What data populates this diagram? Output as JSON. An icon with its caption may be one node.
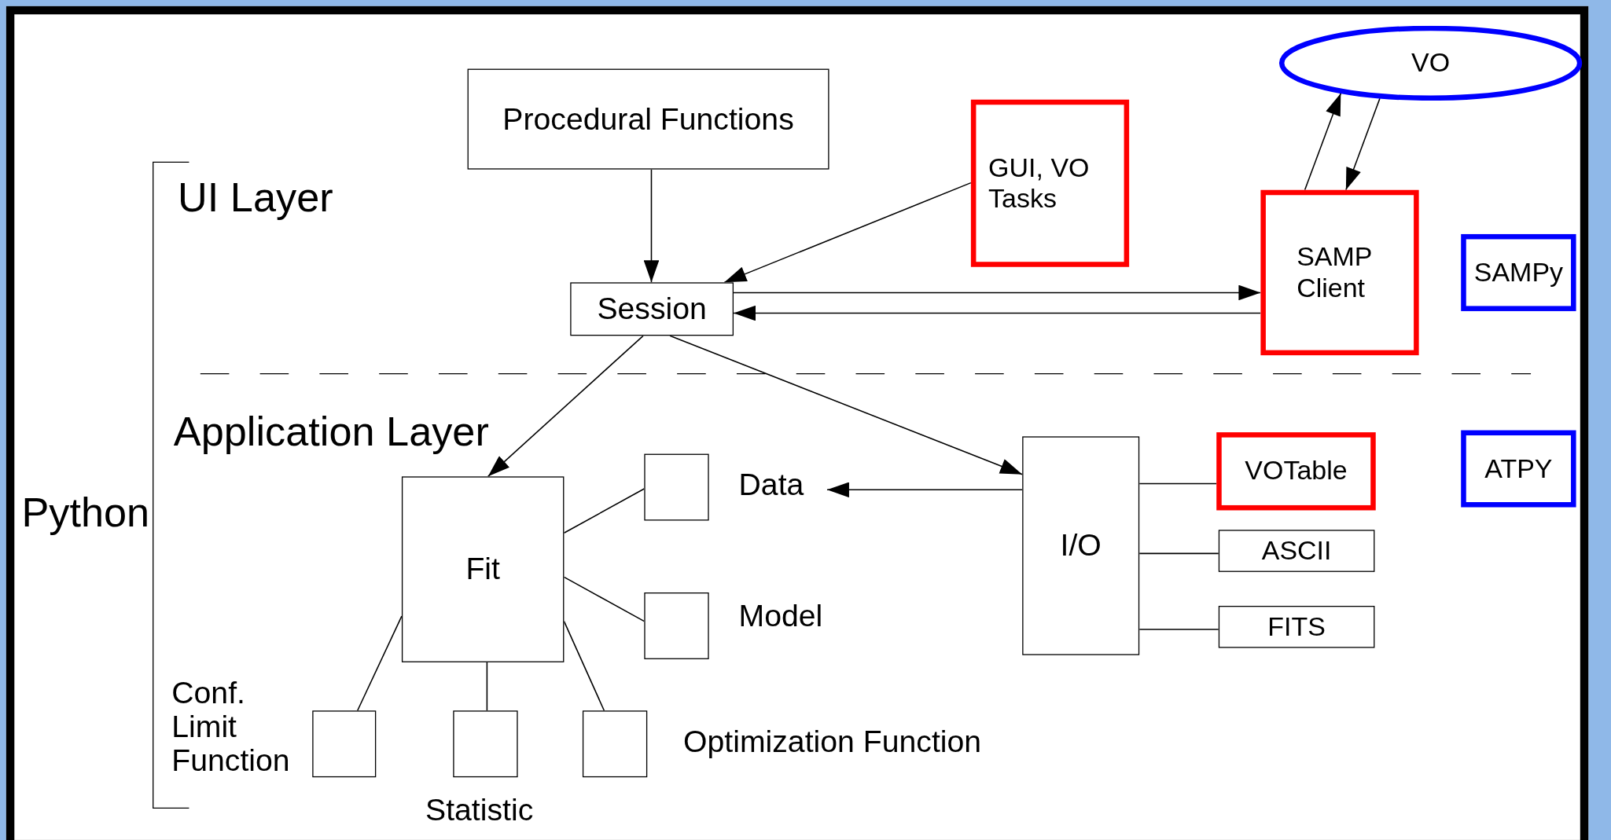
{
  "diagram": {
    "nodes": [
      {
        "text": [
          "Procedural Functions"
        ]
      },
      {
        "text": [
          "GUI, VO Tasks"
        ]
      },
      {
        "text": [
          "VO"
        ]
      },
      {
        "text": [
          "SAMP Client"
        ]
      },
      {
        "text": [
          "SAMPy"
        ]
      },
      {
        "text": [
          "Session"
        ]
      },
      {
        "text": [
          "Fit"
        ]
      },
      {
        "text": [],
        "shape": "box",
        "beside": [
          "Data"
        ]
      },
      {
        "text": [],
        "shape": "box",
        "beside": [
          "Model"
        ]
      },
      {
        "text": [],
        "shape": "box",
        "beside": [
          "Conf. Limit Function"
        ]
      },
      {
        "text": [],
        "shape": "box",
        "beside": [
          "Statistic"
        ]
      },
      {
        "text": [],
        "shape": "box",
        "beside": [
          "Optimization Function"
        ]
      },
      {
        "text": [
          "I/O"
        ]
      },
      {
        "text": [
          "VOTable"
        ]
      },
      {
        "text": [
          "ASCII"
        ]
      },
      {
        "text": [
          "FITS"
        ]
      },
      {
        "text": [
          "ATPY"
        ]
      }
    ],
    "edges": [
      {
        "from": 0,
        "to": 5,
        "arrow": "to"
      },
      {
        "from": 1,
        "to": 5,
        "arrow": "to"
      },
      {
        "from": 3,
        "to": 2,
        "arrow": "to"
      },
      {
        "from": 2,
        "to": 3,
        "arrow": "to"
      },
      {
        "from": 5,
        "to": 3,
        "arrow": "to"
      },
      {
        "from": 3,
        "to": 5,
        "arrow": "to"
      },
      {
        "from": 5,
        "to": 6,
        "arrow": "to"
      },
      {
        "from": 5,
        "to": 12,
        "arrow": "to"
      },
      {
        "from": 12,
        "to": 7,
        "arrow": "to"
      },
      {
        "from": 6,
        "to": 7,
        "arrow": "none"
      },
      {
        "from": 6,
        "to": 8,
        "arrow": "none"
      },
      {
        "from": 6,
        "to": 9,
        "arrow": "none"
      },
      {
        "from": 6,
        "to": 10,
        "arrow": "none"
      },
      {
        "from": 6,
        "to": 11,
        "arrow": "none"
      },
      {
        "from": 12,
        "to": 13,
        "arrow": "none"
      },
      {
        "from": 12,
        "to": 14,
        "arrow": "none"
      },
      {
        "from": 12,
        "to": 15,
        "arrow": "none"
      }
    ],
    "labels": [
      "UI Layer",
      "Application Layer",
      "Python"
    ]
  }
}
